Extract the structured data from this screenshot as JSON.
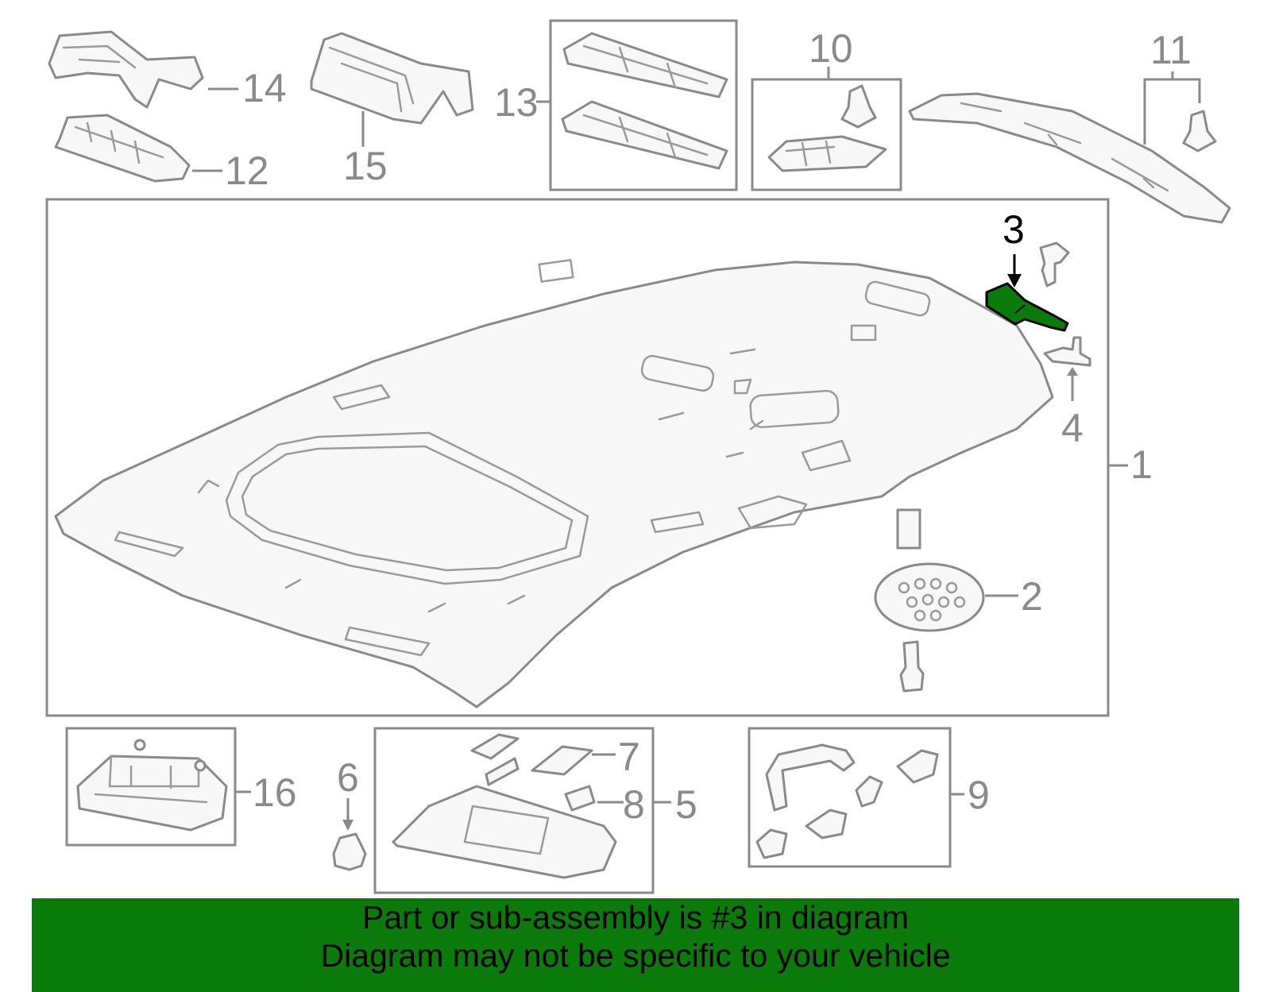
{
  "callouts": {
    "c1": "1",
    "c2": "2",
    "c3": "3",
    "c4": "4",
    "c5": "5",
    "c6": "6",
    "c7": "7",
    "c8": "8",
    "c9": "9",
    "c10": "10",
    "c11": "11",
    "c12": "12",
    "c13": "13",
    "c14": "14",
    "c15": "15",
    "c16": "16"
  },
  "highlight": {
    "part_number": "3",
    "color": "#0a7a0a"
  },
  "banner": {
    "line1": "Part or sub-assembly is #3 in diagram",
    "line2": "Diagram may not be specific to your vehicle",
    "background": "#0a7a0a"
  }
}
